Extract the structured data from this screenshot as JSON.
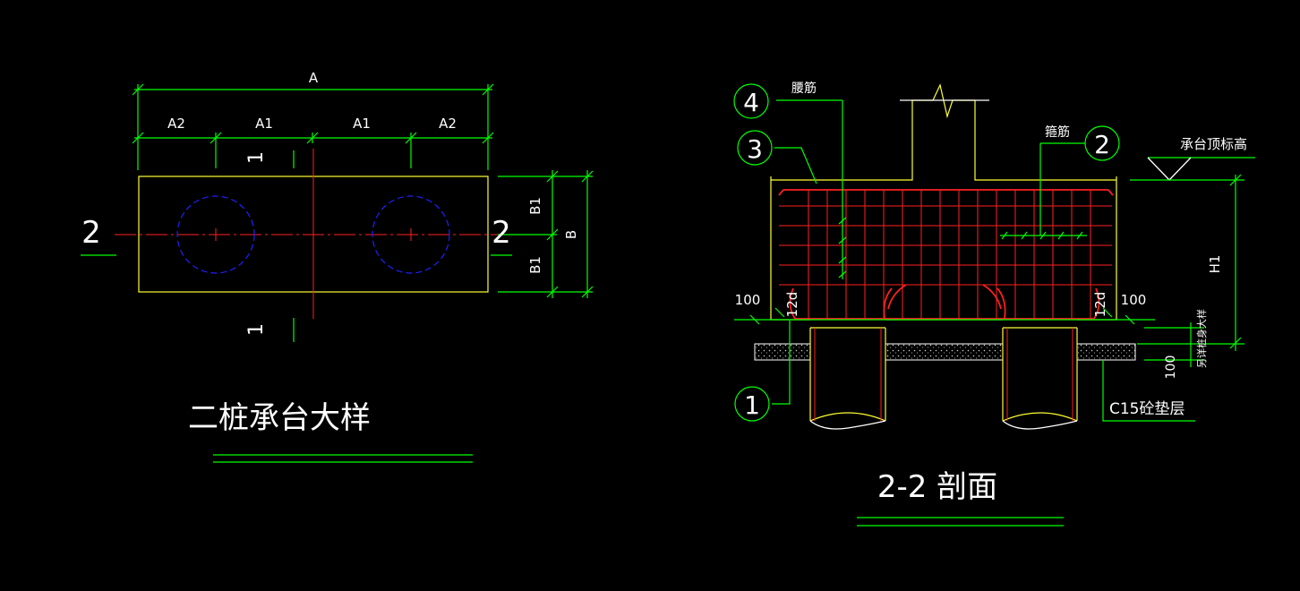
{
  "plan": {
    "dim_total": "A",
    "dim_a2_left": "A2",
    "dim_a1_left": "A1",
    "dim_a1_right": "A1",
    "dim_a2_right": "A2",
    "dim_b1_top": "B1",
    "dim_b1_bottom": "B1",
    "dim_b": "B",
    "sec_left": "2",
    "sec_right": "2",
    "sec_top": "1",
    "sec_bottom": "1",
    "title": "二桩承台大样"
  },
  "section": {
    "tag_4": "4",
    "tag_3": "3",
    "tag_2": "2",
    "tag_1": "1",
    "label_waist_bar": "腰筋",
    "label_stirrup": "箍筋",
    "label_top_elev": "承台顶标高",
    "label_h1": "H1",
    "dim_100_left": "100",
    "dim_12d_left": "12d",
    "dim_12d_right": "12d",
    "dim_100_right": "100",
    "dim_100_bottom": "100",
    "label_pile_embed": "另详桩身大样",
    "label_cushion": "C15砼垫层",
    "title": "2-2  剖面"
  }
}
